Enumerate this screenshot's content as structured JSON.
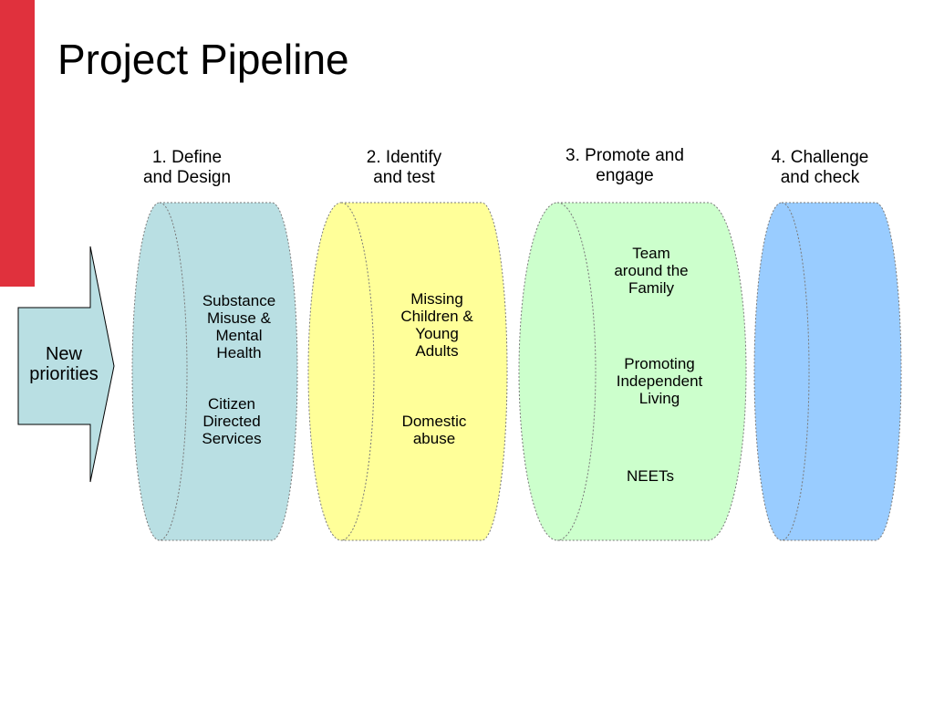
{
  "slide": {
    "title": "Project Pipeline"
  },
  "input_arrow": {
    "label": "New\npriorities",
    "fill": "#b9dfe3"
  },
  "stages": [
    {
      "label": "1. Define\nand Design",
      "fill": "#b9dfe3",
      "items": [
        "Substance\nMisuse &\nMental\nHealth",
        "Citizen\nDirected\nServices"
      ]
    },
    {
      "label": "2. Identify\nand test",
      "fill": "#ffff99",
      "items": [
        "Missing\nChildren &\nYoung\nAdults",
        "Domestic\nabuse"
      ]
    },
    {
      "label": "3. Promote and\nengage",
      "fill": "#ccffcc",
      "items": [
        "Team\naround the\nFamily",
        "Promoting\nIndependent\nLiving",
        "NEETs"
      ]
    },
    {
      "label": "4. Challenge\nand check",
      "fill": "#99ccff",
      "items": []
    }
  ],
  "colors": {
    "accent_bar": "#e0313d",
    "outline": "#7a7a7a"
  }
}
